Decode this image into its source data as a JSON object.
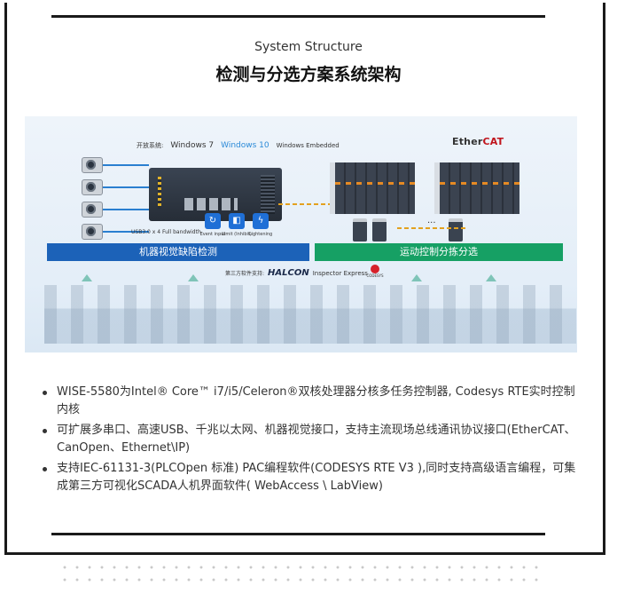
{
  "header": {
    "subtitle": "System Structure",
    "title": "检测与分选方案系统架构"
  },
  "diagram": {
    "os_label": "开放系统:",
    "os": [
      "Windows 7",
      "Windows 10",
      "Windows Embedded"
    ],
    "ethercat_prefix": "Ether",
    "ethercat_suffix": "CAT",
    "controller_caption": "USB3.0 x 4 Full bandwidth",
    "features": [
      "Event input",
      "Limit (Inhibit)",
      "Lightening"
    ],
    "ellipsis": "...",
    "left_band": "机器视觉缺陷检测",
    "right_band": "运动控制分拣分选",
    "software_label": "第三方软件支持:",
    "halcon": "HALCON",
    "inspector": "Inspector Express",
    "codesys": "CODESYS"
  },
  "bullets": [
    "WISE-5580为Intel® Core™ i7/i5/Celeron®双核处理器分核多任务控制器, Codesys RTE实时控制内核",
    "可扩展多串口、高速USB、千兆以太网、机器视觉接口，支持主流现场总线通讯协议接口(EtherCAT、CanOpen、Ethernet\\IP)",
    "支持IEC-61131-3(PLCOpen 标准) PAC编程软件(CODESYS RTE V3 ),同时支持高级语言编程，可集成第三方可视化SCADA人机界面软件( WebAccess \\ LabView)"
  ],
  "colors": {
    "left_band": "#1c62b8",
    "right_band": "#16a064",
    "ethercat_red": "#c0141c"
  }
}
